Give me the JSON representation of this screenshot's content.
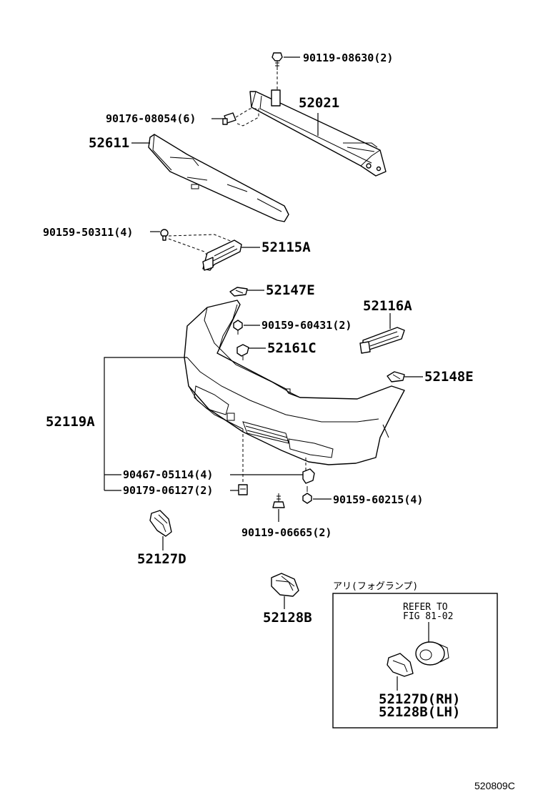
{
  "diagram": {
    "parts": {
      "p_52021": "52021",
      "p_52611": "52611",
      "p_52115A": "52115A",
      "p_52147E": "52147E",
      "p_52116A": "52116A",
      "p_52161C": "52161C",
      "p_52148E": "52148E",
      "p_52119A": "52119A",
      "p_52127D": "52127D",
      "p_52128B": "52128B"
    },
    "fasteners": {
      "f_90119_08630": "90119-08630(2)",
      "f_90176_08054": "90176-08054(6)",
      "f_90159_50311": "90159-50311(4)",
      "f_90159_60431": "90159-60431(2)",
      "f_90467_05114": "90467-05114(4)",
      "f_90179_06127": "90179-06127(2)",
      "f_90159_60215": "90159-60215(4)",
      "f_90119_06665": "90119-06665(2)"
    },
    "inset": {
      "title": "アリ(フォグランプ)",
      "refer_line1": "REFER TO",
      "refer_line2": "FIG 81-02",
      "part_rh": "52127D(RH)",
      "part_lh": "52128B(LH)"
    },
    "figure_code": "520809C"
  }
}
